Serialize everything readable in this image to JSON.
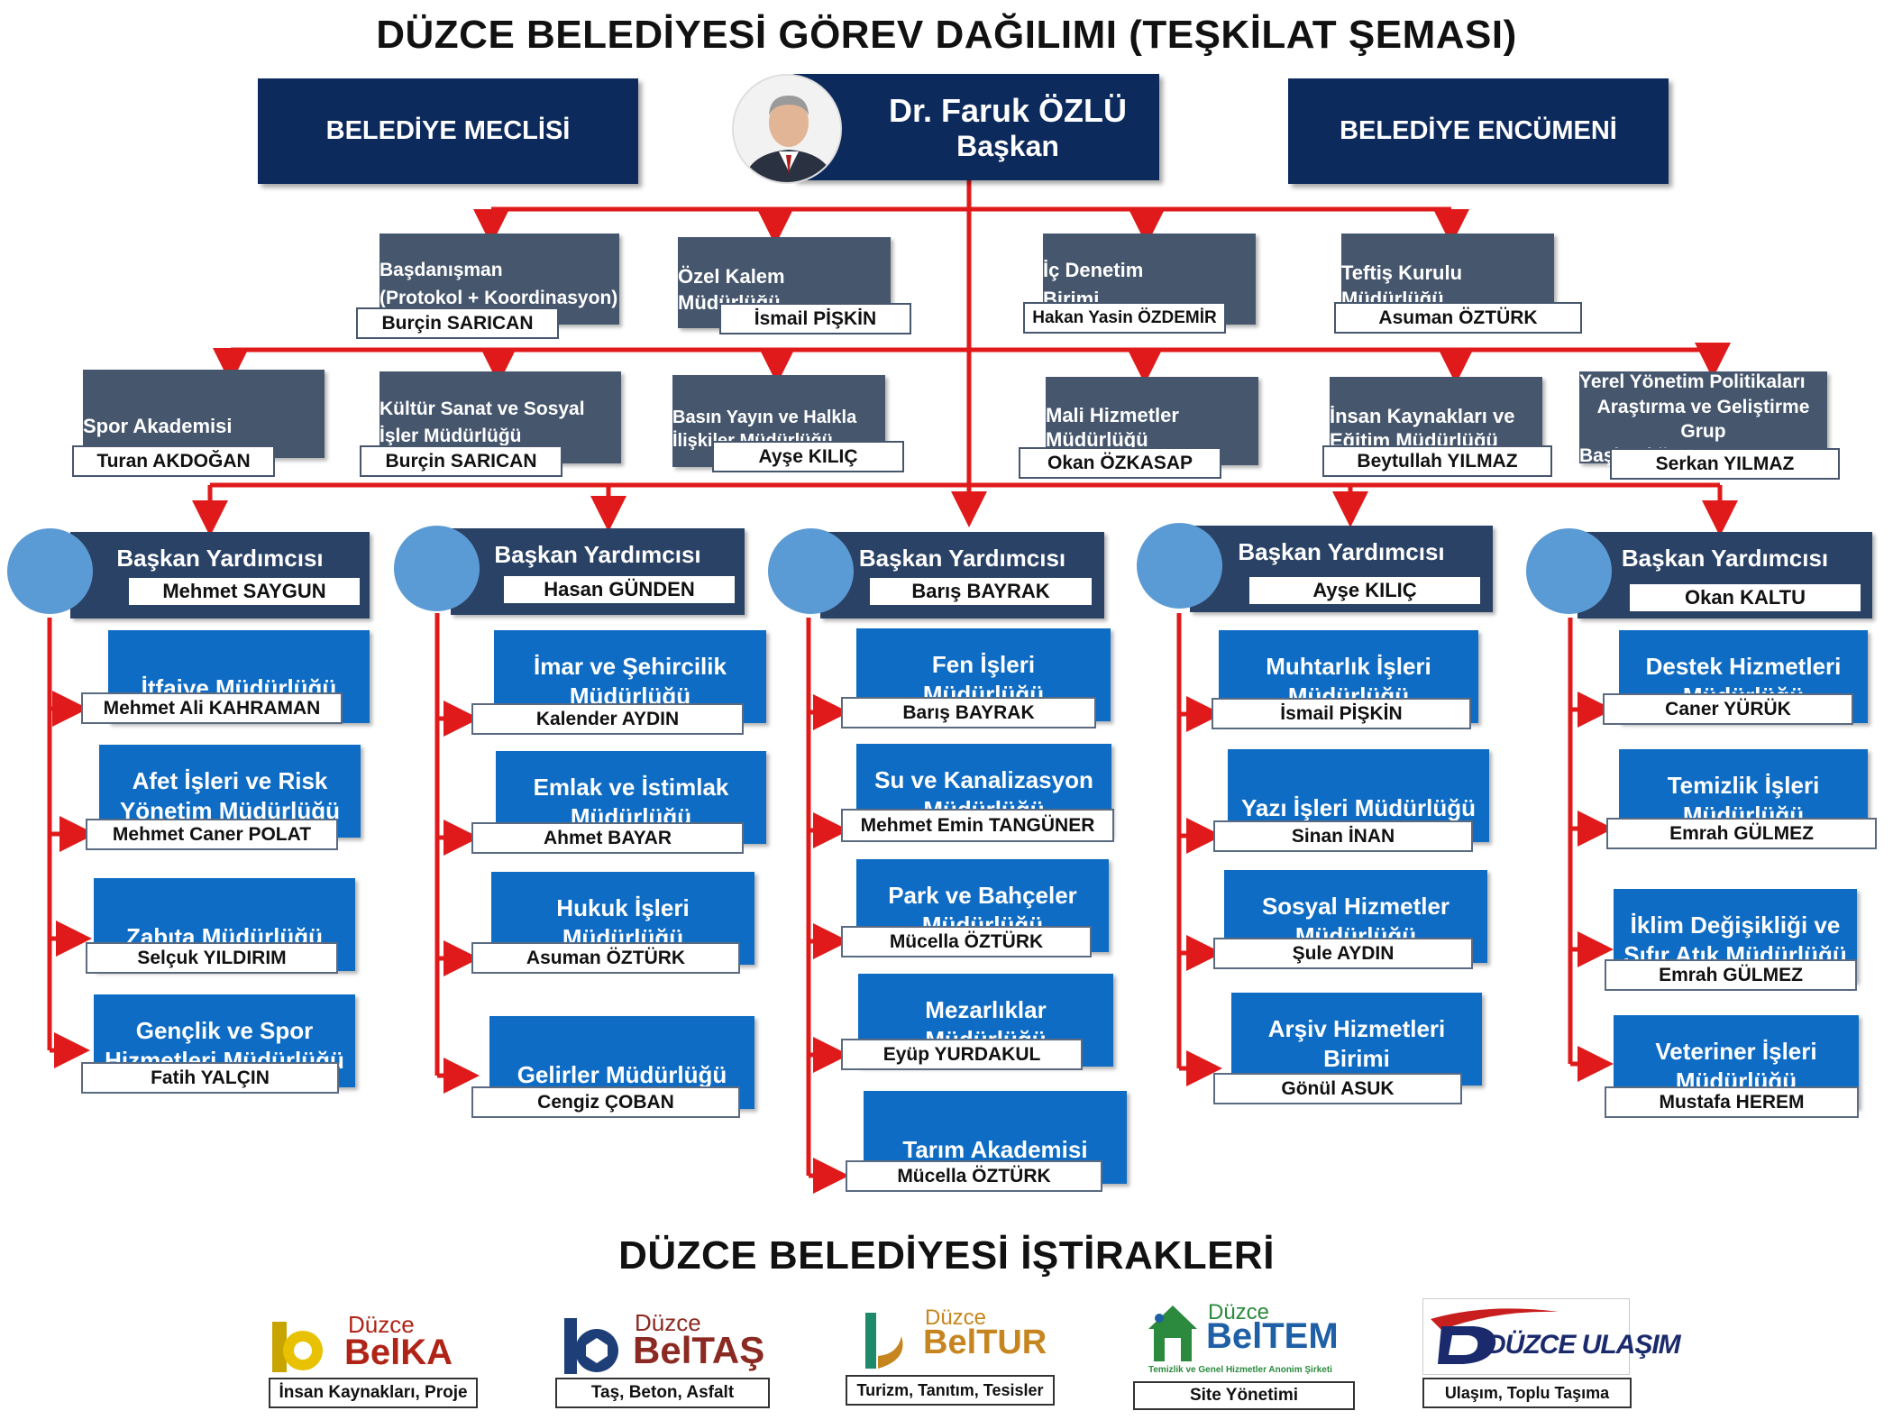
{
  "title": "DÜZCE BELEDİYESİ GÖREV DAĞILIMI (TEŞKİLAT ŞEMASI)",
  "top": {
    "council": "BELEDİYE MECLİSİ",
    "committee": "BELEDİYE ENCÜMENİ",
    "mayor_name": "Dr. Faruk ÖZLÜ",
    "mayor_title": "Başkan"
  },
  "row1": [
    {
      "unit_l1": "Başdanışman",
      "unit_l2": "(Protokol + Koordinasyon)",
      "person": "Burçin SARICAN"
    },
    {
      "unit_l1": "Özel Kalem",
      "unit_l2": "Müdürlüğü",
      "person": "İsmail PİŞKİN"
    },
    {
      "unit_l1": "İç Denetim",
      "unit_l2": "Birimi",
      "person": "Hakan Yasin ÖZDEMİR"
    },
    {
      "unit_l1": "Teftiş Kurulu",
      "unit_l2": "Müdürlüğü",
      "person": "Asuman ÖZTÜRK"
    }
  ],
  "row2": [
    {
      "unit_l1": "Spor Akademisi",
      "unit_l2": "",
      "unit_l3": "",
      "person": "Turan AKDOĞAN"
    },
    {
      "unit_l1": "Kültür  Sanat ve Sosyal",
      "unit_l2": "İşler Müdürlüğü",
      "unit_l3": "",
      "person": "Burçin SARICAN"
    },
    {
      "unit_l1": "Basın Yayın ve Halkla",
      "unit_l2": "İlişkiler Müdürlüğü",
      "unit_l3": "",
      "person": "Ayşe KILIÇ"
    },
    {
      "unit_l1": "Mali Hizmetler",
      "unit_l2": "Müdürlüğü",
      "unit_l3": "",
      "person": "Okan ÖZKASAP"
    },
    {
      "unit_l1": "İnsan Kaynakları ve",
      "unit_l2": "Eğitim Müdürlüğü",
      "unit_l3": "",
      "person": "Beytullah YILMAZ"
    },
    {
      "unit_l1": "Yerel Yönetim Politikaları",
      "unit_l2": "Araştırma ve Geliştirme Grup",
      "unit_l3": "Başkanlığı",
      "person": "Serkan YILMAZ"
    }
  ],
  "vp_title": "Başkan Yardımcısı",
  "vps": [
    {
      "name": "Mehmet SAYGUN",
      "depts": [
        {
          "l1": "İtfaiye Müdürlüğü",
          "l2": "",
          "person": "Mehmet Ali KAHRAMAN"
        },
        {
          "l1": "Afet İşleri ve Risk",
          "l2": "Yönetim Müdürlüğü",
          "person": "Mehmet Caner POLAT"
        },
        {
          "l1": "Zabıta Müdürlüğü",
          "l2": "",
          "person": "Selçuk YILDIRIM"
        },
        {
          "l1": "Gençlik ve Spor",
          "l2": "Hizmetleri Müdürlüğü",
          "person": "Fatih YALÇIN"
        }
      ]
    },
    {
      "name": "Hasan GÜNDEN",
      "depts": [
        {
          "l1": "İmar ve Şehircilik",
          "l2": "Müdürlüğü",
          "person": "Kalender AYDIN"
        },
        {
          "l1": "Emlak ve İstimlak",
          "l2": "Müdürlüğü",
          "person": "Ahmet BAYAR"
        },
        {
          "l1": "Hukuk İşleri",
          "l2": "Müdürlüğü",
          "person": "Asuman ÖZTÜRK"
        },
        {
          "l1": "Gelirler Müdürlüğü",
          "l2": "",
          "person": "Cengiz ÇOBAN"
        }
      ]
    },
    {
      "name": "Barış BAYRAK",
      "depts": [
        {
          "l1": "Fen İşleri",
          "l2": "Müdürlüğü",
          "person": "Barış BAYRAK"
        },
        {
          "l1": "Su ve Kanalizasyon",
          "l2": "Müdürlüğü",
          "person": "Mehmet Emin TANGÜNER"
        },
        {
          "l1": "Park ve Bahçeler",
          "l2": "Müdürlüğü",
          "person": "Mücella ÖZTÜRK"
        },
        {
          "l1": "Mezarlıklar",
          "l2": "Müdürlüğü",
          "person": "Eyüp YURDAKUL"
        },
        {
          "l1": "Tarım Akademisi",
          "l2": "",
          "person": "Mücella ÖZTÜRK"
        }
      ]
    },
    {
      "name": "Ayşe KILIÇ",
      "depts": [
        {
          "l1": "Muhtarlık İşleri",
          "l2": "Müdürlüğü",
          "person": "İsmail PİŞKİN"
        },
        {
          "l1": "Yazı İşleri Müdürlüğü",
          "l2": "",
          "person": "Sinan İNAN"
        },
        {
          "l1": "Sosyal Hizmetler",
          "l2": "Müdürlüğü",
          "person": "Şule AYDIN"
        },
        {
          "l1": "Arşiv Hizmetleri",
          "l2": "Birimi",
          "person": "Gönül ASUK"
        }
      ]
    },
    {
      "name": "Okan KALTU",
      "depts": [
        {
          "l1": "Destek Hizmetleri",
          "l2": "Müdürlüğü",
          "person": "Caner YÜRÜK"
        },
        {
          "l1": "Temizlik İşleri",
          "l2": "Müdürlüğü",
          "person": "Emrah GÜLMEZ"
        },
        {
          "l1": "İklim Değişikliği ve",
          "l2": "Sıfır Atık Müdürlüğü",
          "person": "Emrah GÜLMEZ"
        },
        {
          "l1": "Veteriner İşleri",
          "l2": "Müdürlüğü",
          "person": "Mustafa HEREM"
        }
      ]
    }
  ],
  "affiliates_title": "DÜZCE BELEDİYESİ İŞTİRAKLERİ",
  "affiliates": [
    {
      "prefix": "Düzce",
      "brand": "BelKA",
      "caption": "İnsan Kaynakları, Proje",
      "color": "#c8a400",
      "accent": "#b02418"
    },
    {
      "prefix": "Düzce",
      "brand": "BelTAŞ",
      "caption": "Taş, Beton, Asfalt",
      "color": "#8a2a22",
      "accent": "#1e3e78"
    },
    {
      "prefix": "Düzce",
      "brand": "BelTUR",
      "caption": "Turizm, Tanıtım, Tesisler",
      "color": "#c6851e",
      "accent": "#1f8a6a"
    },
    {
      "prefix": "Düzce",
      "brand": "BelTEM",
      "tagline": "Temizlik ve Genel Hizmetler Anonim Şirketi",
      "caption": "Site Yönetimi",
      "color": "#2b8a3e",
      "accent": "#1f5fa6"
    },
    {
      "brand": "DÜZCE ULAŞIM",
      "caption": "Ulaşım, Toplu Taşıma",
      "color": "#1a2a6c",
      "accent": "#c81e1e"
    }
  ]
}
